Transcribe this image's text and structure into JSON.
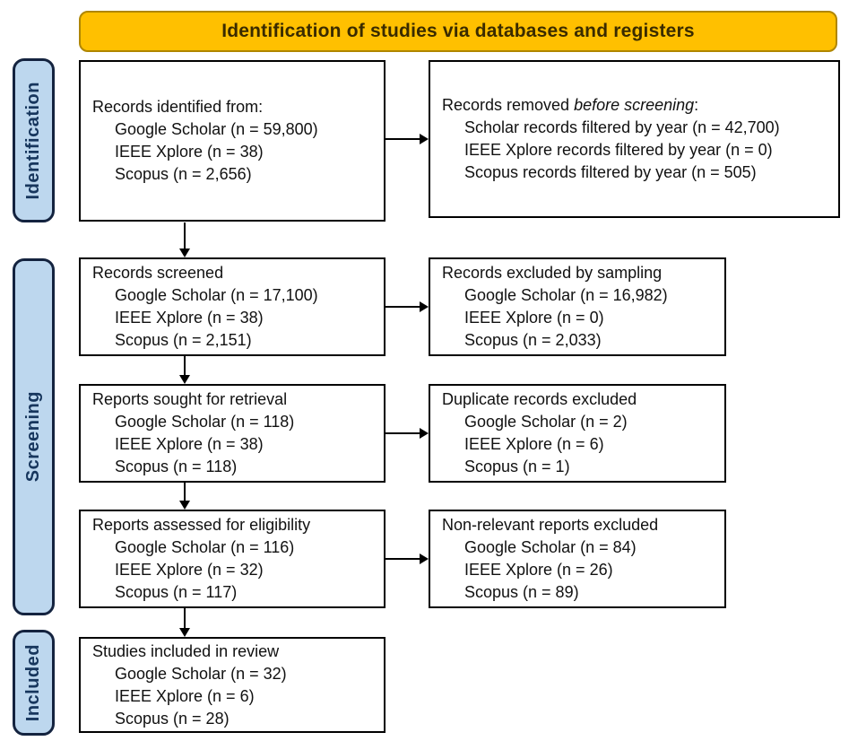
{
  "header": {
    "title": "Identification of studies via databases and registers"
  },
  "colors": {
    "banner_fill": "#FFC000",
    "banner_border": "#B08600",
    "banner_text": "#3A2B00",
    "stage_fill": "#BDD7EE",
    "stage_border": "#14233F",
    "stage_text": "#17365D",
    "box_border": "#000000",
    "arrow": "#000000"
  },
  "stages": [
    {
      "label": "Identification"
    },
    {
      "label": "Screening"
    },
    {
      "label": "Included"
    }
  ],
  "left_boxes": [
    {
      "title": "Records identified from:",
      "items": [
        "Google Scholar (n = 59,800)",
        "IEEE Xplore (n = 38)",
        "Scopus (n = 2,656)"
      ]
    },
    {
      "title": "Records screened",
      "items": [
        "Google Scholar (n = 17,100)",
        "IEEE Xplore (n = 38)",
        "Scopus (n = 2,151)"
      ]
    },
    {
      "title": "Reports sought for retrieval",
      "items": [
        "Google Scholar (n = 118)",
        "IEEE Xplore (n = 38)",
        "Scopus (n = 118)"
      ]
    },
    {
      "title": "Reports assessed for eligibility",
      "items": [
        "Google Scholar (n = 116)",
        "IEEE Xplore (n = 32)",
        "Scopus (n = 117)"
      ]
    },
    {
      "title": "Studies included in review",
      "items": [
        "Google Scholar (n = 32)",
        "IEEE Xplore (n = 6)",
        "Scopus (n = 28)"
      ]
    }
  ],
  "right_boxes": [
    {
      "title_prefix": "Records removed ",
      "title_italic": "before screening",
      "title_suffix": ":",
      "items": [
        "Scholar records filtered by year (n = 42,700)",
        "IEEE Xplore records filtered by year (n = 0)",
        "Scopus records filtered by year (n = 505)"
      ]
    },
    {
      "title": "Records excluded by sampling",
      "items": [
        "Google Scholar (n = 16,982)",
        "IEEE Xplore (n = 0)",
        "Scopus (n = 2,033)"
      ]
    },
    {
      "title": "Duplicate records excluded",
      "items": [
        "Google Scholar (n = 2)",
        "IEEE Xplore (n = 6)",
        "Scopus (n = 1)"
      ]
    },
    {
      "title": "Non-relevant reports excluded",
      "items": [
        "Google Scholar (n = 84)",
        "IEEE Xplore (n = 26)",
        "Scopus (n = 89)"
      ]
    }
  ]
}
